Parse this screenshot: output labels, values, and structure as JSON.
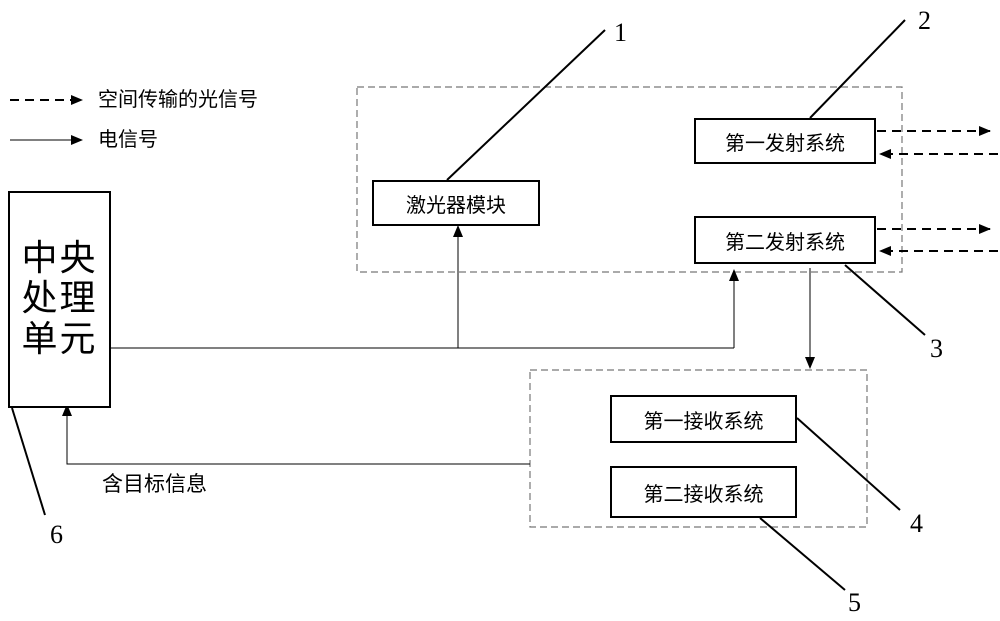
{
  "legend": {
    "optical": "空间传输的光信号",
    "electrical": "电信号"
  },
  "cpu": {
    "line1": "中央",
    "line2": "处理",
    "line3": "单元"
  },
  "modules": {
    "laser": "激光器模块",
    "tx1": "第一发射系统",
    "tx2": "第二发射系统",
    "rx1": "第一接收系统",
    "rx2": "第二接收系统"
  },
  "feedback_label": "含目标信息",
  "callouts": {
    "n1": "1",
    "n2": "2",
    "n3": "3",
    "n4": "4",
    "n5": "5",
    "n6": "6"
  }
}
